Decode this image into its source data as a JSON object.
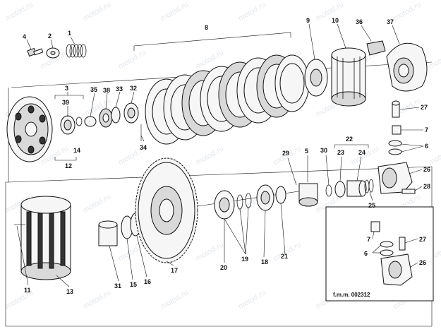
{
  "watermark": "motod.ru",
  "figure_ref": "f.m.m. 002312",
  "callouts": {
    "n1": "1",
    "n2": "2",
    "n3": "3",
    "n4": "4",
    "n5": "5",
    "n6": "6",
    "n6b": "6",
    "n7": "7",
    "n7b": "7",
    "n8": "8",
    "n9": "9",
    "n10": "10",
    "n11": "11",
    "n12": "12",
    "n13": "13",
    "n14": "14",
    "n15": "15",
    "n16": "16",
    "n17": "17",
    "n18": "18",
    "n19": "19",
    "n20": "20",
    "n21": "21",
    "n22": "22",
    "n23": "23",
    "n24": "24",
    "n25": "25",
    "n26": "26",
    "n26b": "26",
    "n27": "27",
    "n27b": "27",
    "n28": "28",
    "n29": "29",
    "n30": "30",
    "n31": "31",
    "n32": "32",
    "n33": "33",
    "n34": "34",
    "n35": "35",
    "n36": "36",
    "n37": "37",
    "n38": "38",
    "n39": "39"
  }
}
